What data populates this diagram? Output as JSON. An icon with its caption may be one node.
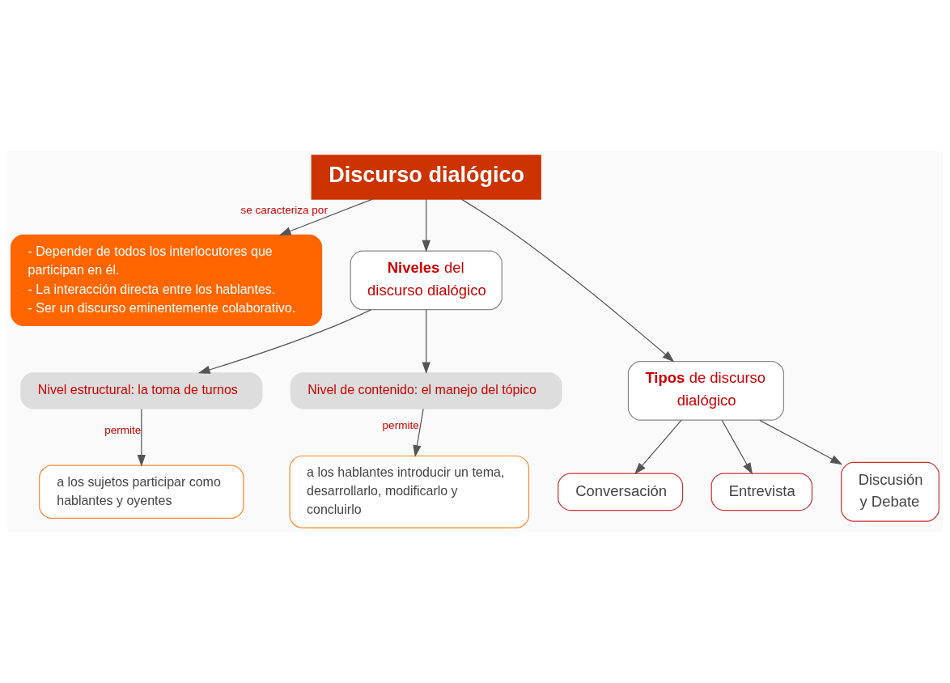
{
  "diagram": {
    "nodes": [
      {
        "text": [
          "Discurso dialógico"
        ]
      },
      {
        "text": [
          "- Depender de todos los interlocutores que participan en él.",
          "- La interacción directa entre los hablantes.",
          "- Ser un discurso eminentemente colaborativo."
        ]
      },
      {
        "text": [
          "**Niveles** del discurso dialógico"
        ]
      },
      {
        "text": [
          "**Tipos** de discurso dialógico"
        ]
      },
      {
        "text": [
          "Conversación"
        ]
      },
      {
        "text": [
          "Entrevista"
        ]
      },
      {
        "text": [
          "Discusión y Debate"
        ]
      },
      {
        "text": [
          "Nivel estructural: la toma de turnos"
        ]
      },
      {
        "text": [
          "a los sujetos participar como hablantes y oyentes"
        ]
      },
      {
        "text": [
          "Nivel de contenido: el manejo del tópico"
        ]
      },
      {
        "text": [
          "a los hablantes introducir un tema, desarrollarlo, modificarlo y concluirlo"
        ]
      }
    ],
    "edges": [
      {
        "from": 0,
        "to": 1,
        "arrow": "to",
        "label": "se caracteriza por"
      },
      {
        "from": 0,
        "to": 2,
        "arrow": "to"
      },
      {
        "from": 0,
        "to": 3,
        "arrow": "to"
      },
      {
        "from": 3,
        "to": 4,
        "arrow": "to"
      },
      {
        "from": 3,
        "to": 5,
        "arrow": "to"
      },
      {
        "from": 3,
        "to": 6,
        "arrow": "to"
      },
      {
        "from": 2,
        "to": 7,
        "arrow": "to"
      },
      {
        "from": 7,
        "to": 8,
        "arrow": "to",
        "label": "permite"
      },
      {
        "from": 2,
        "to": 9,
        "arrow": "to"
      },
      {
        "from": 9,
        "to": 10,
        "arrow": "to",
        "label": "permite"
      }
    ]
  }
}
